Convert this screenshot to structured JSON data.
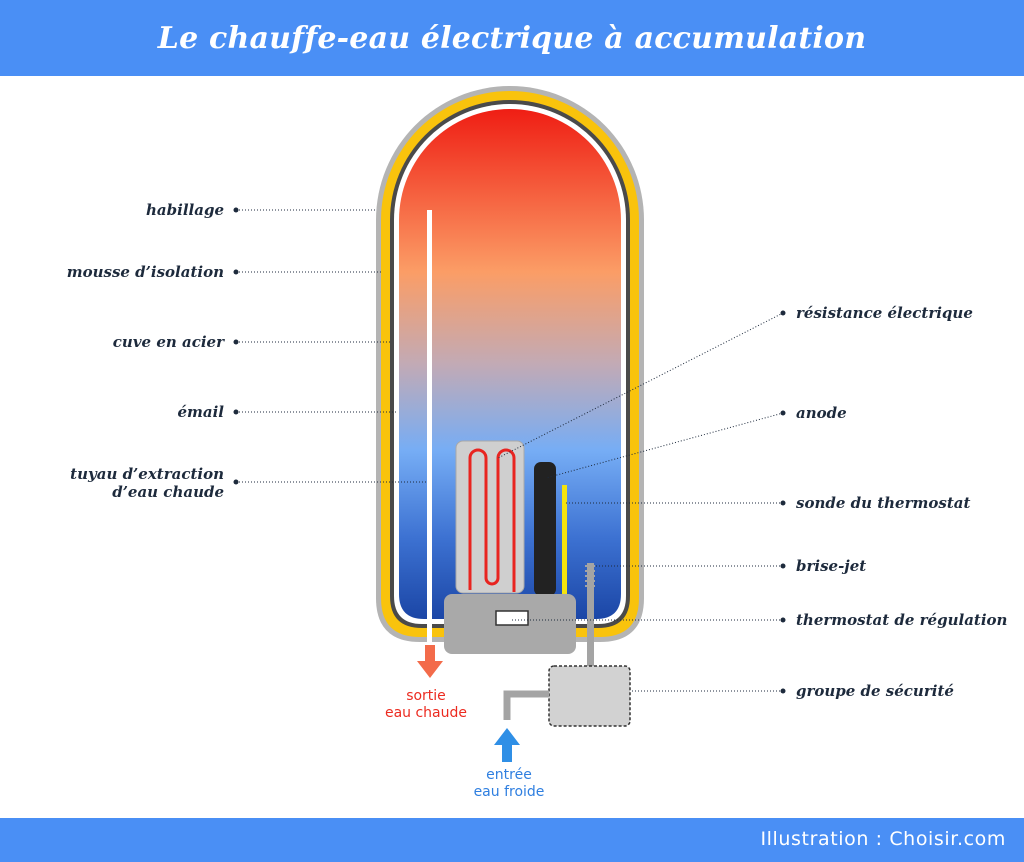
{
  "title": "Le chauffe-eau électrique à accumulation",
  "credit": "Illustration : Choisir.com",
  "labels_left": {
    "habillage": "habillage",
    "mousse": "mousse d’isolation",
    "cuve": "cuve en acier",
    "email": "émail",
    "tuyau_line1": "tuyau d’extraction",
    "tuyau_line2": "d’eau chaude"
  },
  "labels_right": {
    "resistance": "résistance électrique",
    "anode": "anode",
    "sonde": "sonde du thermostat",
    "brise_jet": "brise-jet",
    "thermostat": "thermostat de régulation",
    "groupe": "groupe de sécurité"
  },
  "flows": {
    "hot_line1": "sortie",
    "hot_line2": "eau chaude",
    "cold_line1": "entrée",
    "cold_line2": "eau froide"
  },
  "colors": {
    "header": "#4a8ff5",
    "casing": "#f9c30c",
    "hot_water": "#ef1e14",
    "cold_water": "#1b4fb8",
    "hot_arrow": "#f36b4a",
    "cold_arrow": "#2f8fe6"
  }
}
